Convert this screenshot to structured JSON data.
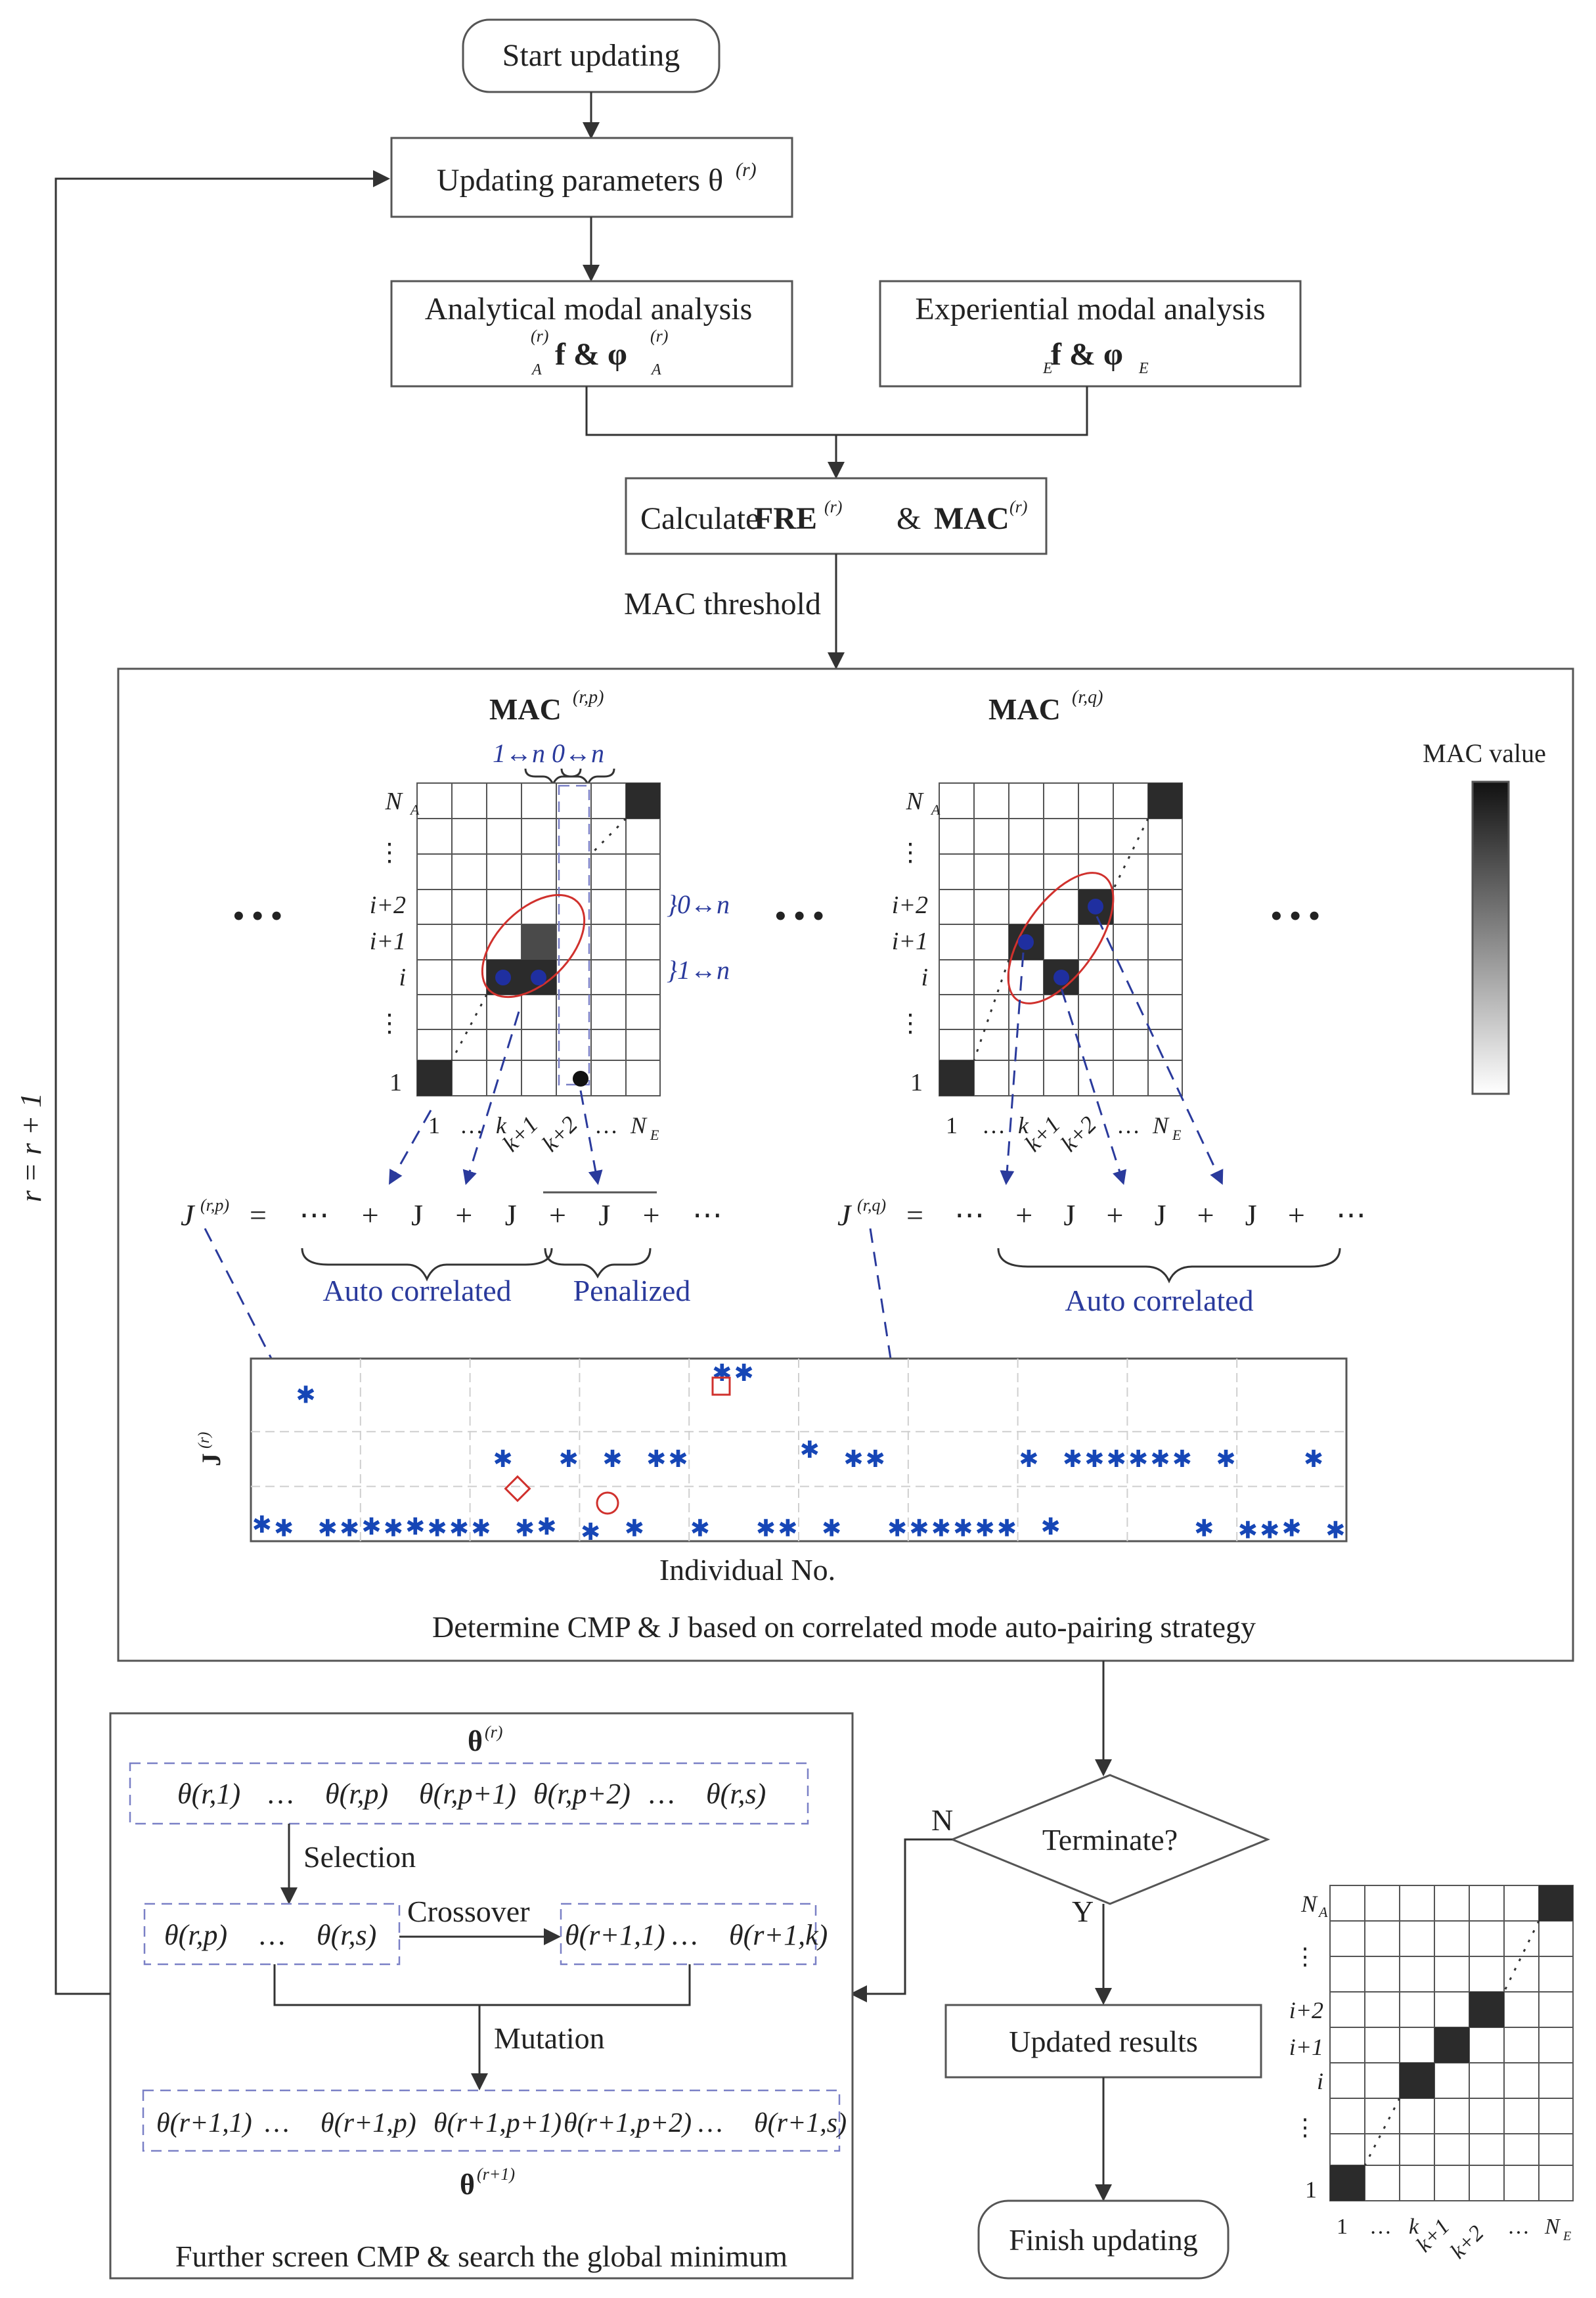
{
  "flow": {
    "start": "Start updating",
    "update_params": "Updating parameters θ",
    "update_params_sup": "(r)",
    "analytical_title": "Analytical modal analysis",
    "analytical_formula": "f  &  φ",
    "experiential_title": "Experiential modal analysis",
    "experiential_formula": "f  &  φ",
    "calculate_prefix": "Calculate",
    "calculate_fre": "FRE",
    "calculate_amp": "&",
    "calculate_mac": "MAC",
    "sup_r": "(r)",
    "sub_A": "A",
    "sub_E": "E",
    "mac_threshold": "MAC threshold",
    "terminate": "Terminate?",
    "no": "N",
    "yes": "Y",
    "updated_results": "Updated results",
    "finish": "Finish updating",
    "loop_label": "r = r + 1"
  },
  "auto_pair": {
    "mac_p_title": "MAC",
    "mac_p_sup": "(r,p)",
    "mac_q_title": "MAC",
    "mac_q_sup": "(r,q)",
    "top_annot": "1↔n  0↔n",
    "side_annot_top": "}0↔n",
    "side_annot_bot": "}1↔n",
    "ellipsis": "• • •",
    "mac_value_label": "MAC value",
    "row_labels": [
      "N",
      "⋮",
      "i+2",
      "i+1",
      "i",
      "⋮",
      "1"
    ],
    "col_labels": [
      "1",
      "…",
      "k",
      "k+1",
      "k+2",
      "…",
      "N"
    ],
    "sub_A": "A",
    "sub_E": "E",
    "formula_p": "J",
    "formula_p_sup": "(r,p)",
    "formula_p_rhs": "= ⋯ + J   + J   + J   + ⋯",
    "formula_q": "J",
    "formula_q_sup": "(r,q)",
    "formula_q_rhs": "= ⋯ + J   + J   + J   + ⋯",
    "auto_correlated": "Auto correlated",
    "penalized": "Penalized",
    "scatter_ylabel": "J",
    "scatter_ylabel_sup": "(r)",
    "scatter_xlabel": "Individual No.",
    "determine_caption": "Determine  CMP  &  J  based on  correlated mode auto-pairing strategy"
  },
  "genetic": {
    "theta_top": "θ",
    "theta_top_sup": "(r)",
    "row1": [
      "θ(r,1)",
      "…",
      "θ(r,p)",
      "θ(r,p+1)",
      "θ(r,p+2)",
      "…",
      "θ(r,s)"
    ],
    "selection": "Selection",
    "crossover": "Crossover",
    "row2_left": [
      "θ(r,p)",
      "…",
      "θ(r,s)"
    ],
    "row2_right": [
      "θ(r+1,1)",
      "…",
      "θ(r+1,k)"
    ],
    "mutation": "Mutation",
    "row3": [
      "θ(r+1,1)",
      "…",
      "θ(r+1,p)",
      "θ(r+1,p+1)",
      "θ(r+1,p+2)",
      "…",
      "θ(r+1,s)"
    ],
    "theta_bottom": "θ",
    "theta_bottom_sup": "(r+1)",
    "caption": "Further screen CMP &  search the global minimum"
  },
  "chart_data": {
    "type": "scatter",
    "title": "",
    "xlabel": "Individual No.",
    "ylabel": "J(r)",
    "x": [
      1,
      2,
      3,
      4,
      5,
      6,
      7,
      8,
      9,
      10,
      11,
      12,
      13,
      14,
      15,
      16,
      17,
      18,
      19,
      20,
      21,
      22,
      23,
      24,
      25,
      26,
      27,
      28,
      29,
      30,
      31,
      32,
      33,
      34,
      35,
      36,
      37,
      38,
      39,
      40,
      41,
      42,
      43,
      44,
      45,
      46,
      47,
      48,
      49,
      50
    ],
    "values": [
      0.09,
      0.07,
      0.8,
      0.07,
      0.07,
      0.08,
      0.07,
      0.08,
      0.07,
      0.07,
      0.07,
      0.45,
      0.07,
      0.08,
      0.45,
      0.05,
      0.45,
      0.07,
      0.45,
      0.45,
      0.07,
      0.92,
      0.92,
      0.07,
      0.07,
      0.5,
      0.07,
      0.45,
      0.45,
      0.07,
      0.07,
      0.07,
      0.07,
      0.07,
      0.07,
      0.45,
      0.08,
      0.45,
      0.45,
      0.45,
      0.45,
      0.45,
      0.45,
      0.07,
      0.45,
      0.06,
      0.06,
      0.07,
      0.45,
      0.06
    ],
    "grid": true
  }
}
